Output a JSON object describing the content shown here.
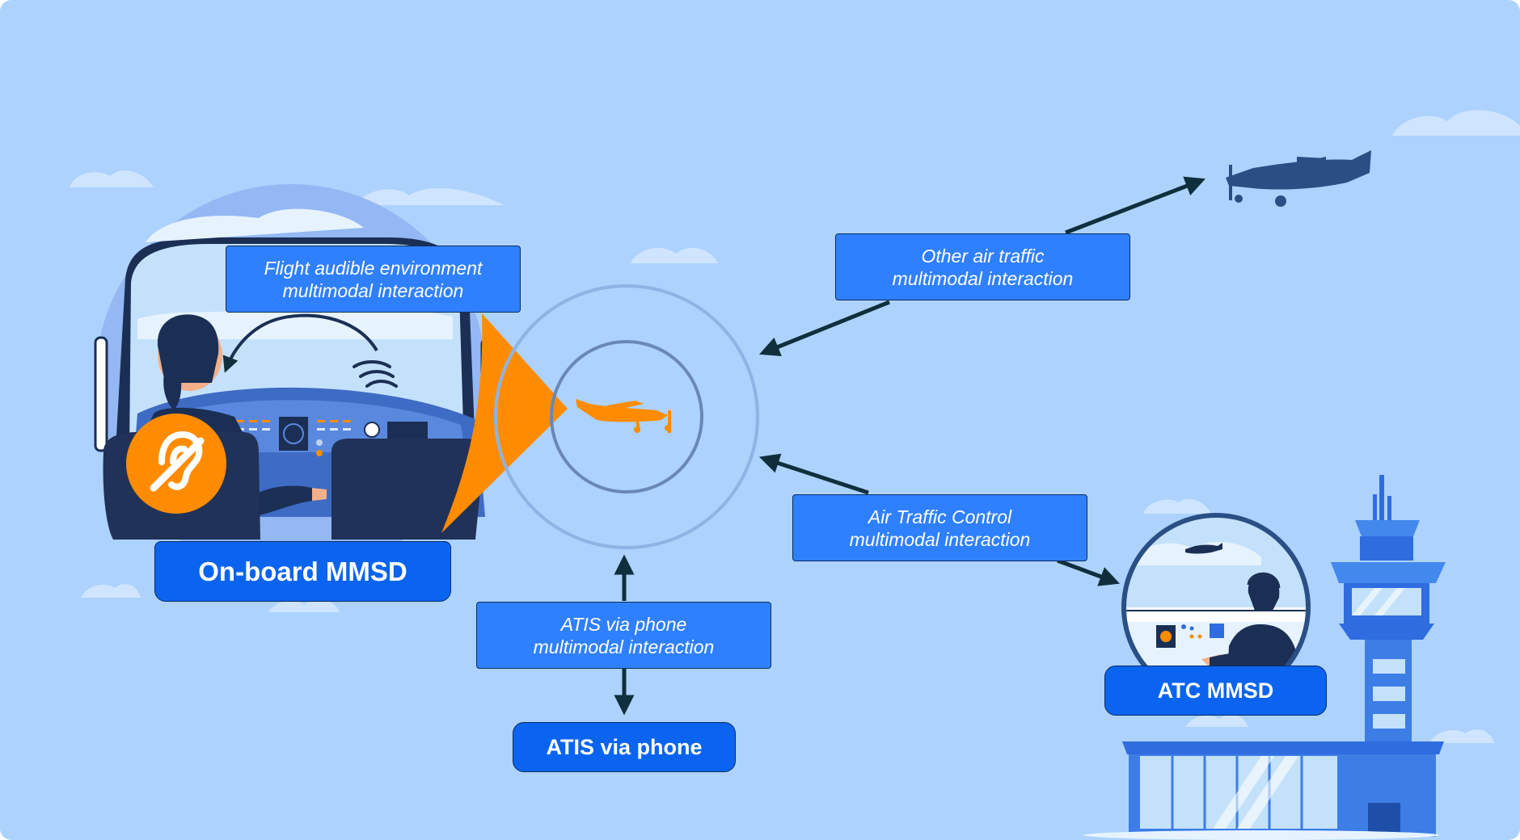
{
  "colors": {
    "background": "#acd2fd",
    "label_box": "#2f80ff",
    "node_box": "#0a64f0",
    "accent_orange": "#ff8c00",
    "arrow": "#0f2f3c",
    "dark_navy": "#1e3258"
  },
  "nodes": {
    "onboard": "On-board MMSD",
    "atc": "ATC MMSD",
    "atis": "ATIS via phone"
  },
  "interactions": {
    "flight_audible": {
      "line1": "Flight audible environment",
      "line2": "multimodal interaction"
    },
    "other_traffic": {
      "line1": "Other air traffic",
      "line2": "multimodal interaction"
    },
    "atc": {
      "line1": "Air Traffic Control",
      "line2": "multimodal interaction"
    },
    "atis": {
      "line1": "ATIS via phone",
      "line2": "multimodal interaction"
    }
  },
  "icons": [
    "hearing-impaired-icon",
    "airplane-icon",
    "control-tower-icon",
    "wave-icon"
  ]
}
